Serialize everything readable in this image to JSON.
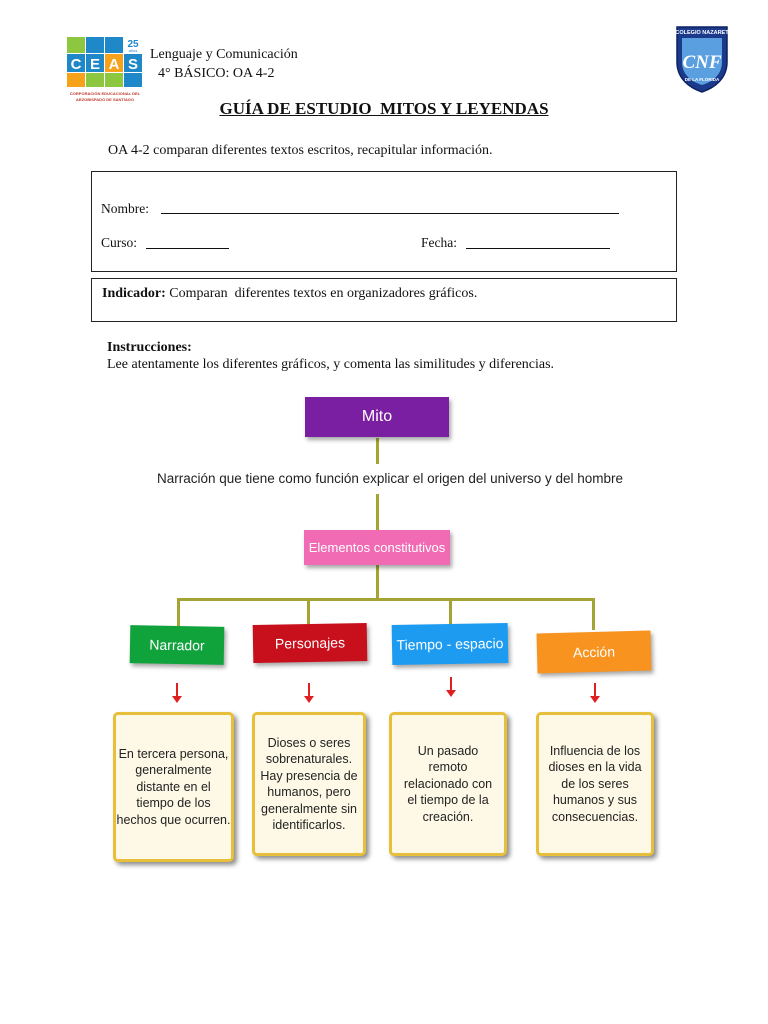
{
  "header": {
    "subject": "Lenguaje y Comunicación",
    "grade": "4° BÁSICO: OA 4-2",
    "ceas_logo": {
      "letters": [
        "C",
        "E",
        "A",
        "S"
      ],
      "badge": "25",
      "badge_sub": "años",
      "caption_line1": "CORPORACIÓN EDUCACIONAL DEL",
      "caption_line2": "ARZOBISPADO DE SANTIAGO"
    },
    "nazaret_logo": {
      "top_text": "COLEGIO NAZARET",
      "monogram": "CNF",
      "bottom_text": "DE LA FLORIDA"
    }
  },
  "title": "GUÍA DE ESTUDIO  MITOS Y LEYENDAS",
  "oa_line": "OA 4-2 comparan diferentes textos escritos, recapitular información.",
  "form": {
    "name_label": "Nombre:",
    "course_label": "Curso:",
    "date_label": "Fecha:"
  },
  "indicator": {
    "label": "Indicador:",
    "text": " Comparan  diferentes textos en organizadores gráficos."
  },
  "instructions": {
    "title": "Instrucciones:",
    "text": "Lee atentamente los diferentes gráficos, y comenta las similitudes y diferencias."
  },
  "diagram": {
    "root": "Mito",
    "definition": "Narración que tiene como función explicar el origen del universo y del hombre",
    "elements_label": "Elementos constitutivos",
    "categories": [
      {
        "label": "Narrador",
        "color": "#10a33b",
        "description": "En tercera persona, generalmente distante en el tiempo de los hechos que ocurren."
      },
      {
        "label": "Personajes",
        "color": "#c8101c",
        "description": "Dioses o seres sobrenaturales. Hay presencia de humanos, pero generalmente sin identificarlos."
      },
      {
        "label": "Tiempo - espacio",
        "color": "#1d9bf0",
        "description": "Un pasado remoto relacionado con el tiempo de la creación."
      },
      {
        "label": "Acción",
        "color": "#f7931e",
        "description": "Influencia de los dioses en la vida de los seres humanos y sus consecuencias."
      }
    ],
    "colors": {
      "root": "#7b1fa2",
      "elements": "#f06bb3",
      "connector": "#a4a435",
      "arrow": "#e02020",
      "desc_border": "#e8bf3a"
    }
  }
}
